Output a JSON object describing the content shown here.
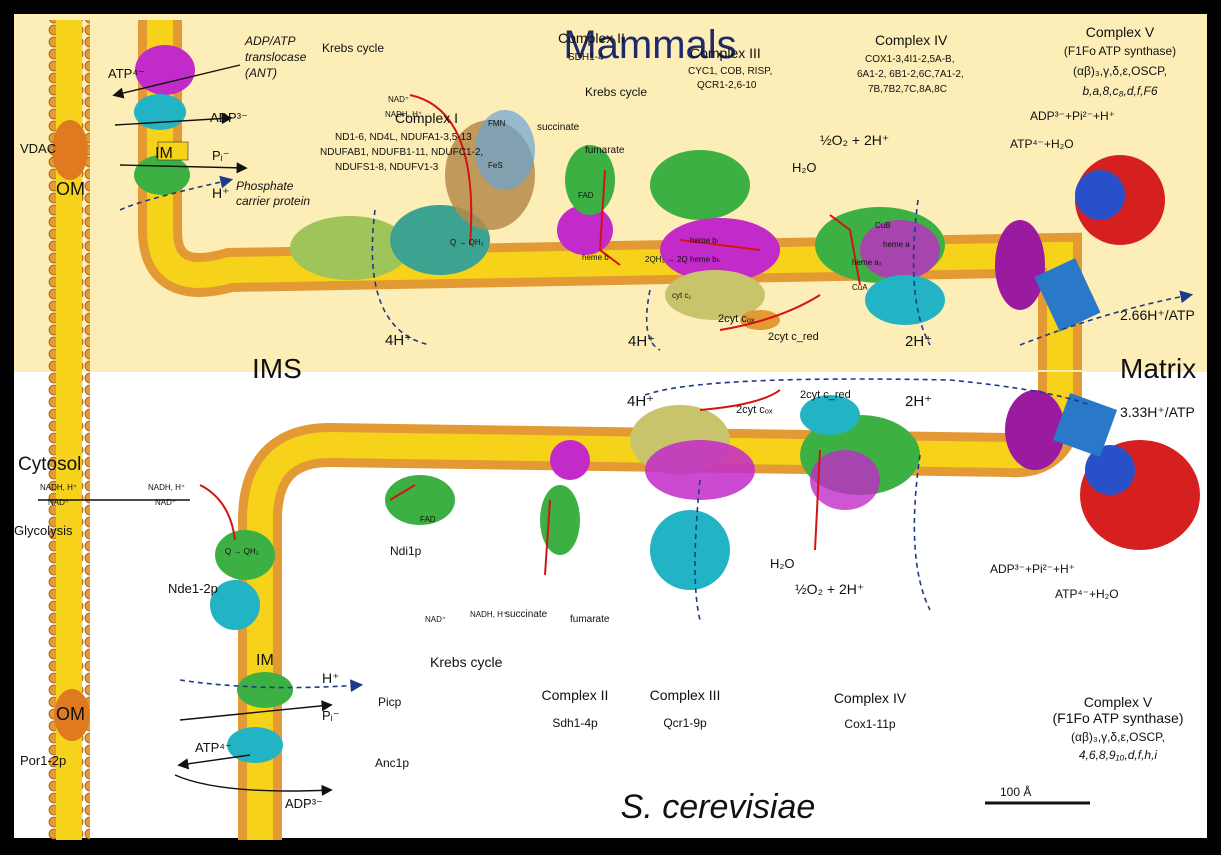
{
  "colors": {
    "mammal_bg": "#fdeeb8",
    "yeast_bg": "#ffffff",
    "frame": "#000000",
    "membrane_core": "#f6d21a",
    "headgroup": "#e39a35",
    "redox_line": "#d41414",
    "proton_arrow": "#1e3a8a",
    "protein_green": "#3cb043",
    "protein_magenta": "#c22ac9",
    "protein_cyan": "#22b3c4",
    "protein_red": "#d62020"
  },
  "mammals": {
    "title": "Mammals",
    "ims": "IMS",
    "matrix": "Matrix",
    "om": "OM",
    "im": "IM",
    "vdac": "VDAC",
    "atp_left": "ATP⁴⁻",
    "adp_left": "ADP³⁻",
    "pi_left": "Pᵢ⁻",
    "h_left": "H⁺",
    "ant": "ADP/ATP translocase (ANT)",
    "phosphate_carrier": "Phosphate carrier protein",
    "krebs1": "Krebs cycle",
    "nad": "NAD⁺",
    "nadh": "NADH, H⁺",
    "c1_title": "Complex I",
    "c1_line1": "ND1-6, ND4L, NDUFA1-3,5-13",
    "c1_line2": "NDUFAB1, NDUFB1-11, NDUFC1-2,",
    "c1_line3": "NDUFS1-8, NDUFV1-3",
    "fmn": "FMN",
    "fes": "FeS",
    "c2_title": "Complex II",
    "c2_sub": "SDH1-4",
    "krebs2": "Krebs cycle",
    "succinate": "succinate",
    "fumarate": "fumarate",
    "fad": "FAD",
    "heme_b": "heme b",
    "q_qh2": "Q → QH₂",
    "c3_title": "Complex III",
    "c3_line1": "CYC1, COB, RISP,",
    "c3_line2": "QCR1-2,6-10",
    "heme_bl": "heme bₗ",
    "heme_bh": "heme bₕ",
    "qh2_q": "2QH₂ → 2Q",
    "cyt_c1": "cyt c₁",
    "cyt_ox": "2cyt cₒₓ",
    "cyt_red": "2cyt c_red",
    "c4_title": "Complex IV",
    "c4_line1": "COX1-3,4I1-2,5A-B,",
    "c4_line2": "6A1-2, 6B1-2,6C,7A1-2,",
    "c4_line3": "7B,7B2,7C,8A,8C",
    "half_o2": "½O₂ + 2H⁺",
    "h2o": "H₂O",
    "cub": "CuB",
    "cua": "CuA",
    "heme_a": "heme a",
    "heme_a3": "heme a₃",
    "h4_1": "4H⁺",
    "h4_2": "4H⁺",
    "h2_1": "2H⁺",
    "c5_title": "Complex V",
    "c5_sub": "(F1Fo ATP synthase)",
    "c5_line1": "(αβ)₃,γ,δ,ε,OSCP,",
    "c5_line2": "b,a,8,c₈,d,f,F6",
    "adp_pi": "ADP³⁻+Pi²⁻+H⁺",
    "atp_h2o": "ATP⁴⁻+H₂O",
    "ratio": "2.66H⁺/ATP"
  },
  "yeast": {
    "title": "S. cerevisiae",
    "cytosol": "Cytosol",
    "glycolysis": "Glycolysis",
    "nadh": "NADH, H⁺",
    "nad": "NAD⁺",
    "nde": "Nde1-2p",
    "ndi": "Ndi1p",
    "om": "OM",
    "im": "IM",
    "por": "Por1-2p",
    "h": "H⁺",
    "picp": "Picp",
    "pi": "Pᵢ⁻",
    "atp": "ATP⁴⁻",
    "anc": "Anc1p",
    "adp": "ADP³⁻",
    "krebs": "Krebs cycle",
    "succinate": "succinate",
    "fumarate": "fumarate",
    "fad": "FAD",
    "q_qh2": "Q → QH₂",
    "c2_title": "Complex II",
    "c2_sub": "Sdh1-4p",
    "c3_title": "Complex III",
    "c3_sub": "Qcr1-9p",
    "c4_title": "Complex IV",
    "c4_sub": "Cox1-11p",
    "c5_title": "Complex V",
    "c5_sub": "(F1Fo ATP synthase)",
    "c5_line1": "(αβ)₃,γ,δ,ε,OSCP,",
    "c5_line2": "4,6,8,9₁₀,d,f,h,i",
    "adp_pi": "ADP³⁻+Pi²⁻+H⁺",
    "atp_h2o": "ATP⁴⁻+H₂O",
    "h4": "4H⁺",
    "h2": "2H⁺",
    "cyt_red": "2cyt c_red",
    "cyt_ox": "2cyt cₒₓ",
    "half_o2": "½O₂ + 2H⁺",
    "h2o": "H₂O",
    "ratio": "3.33H⁺/ATP",
    "scale": "100 Å"
  }
}
